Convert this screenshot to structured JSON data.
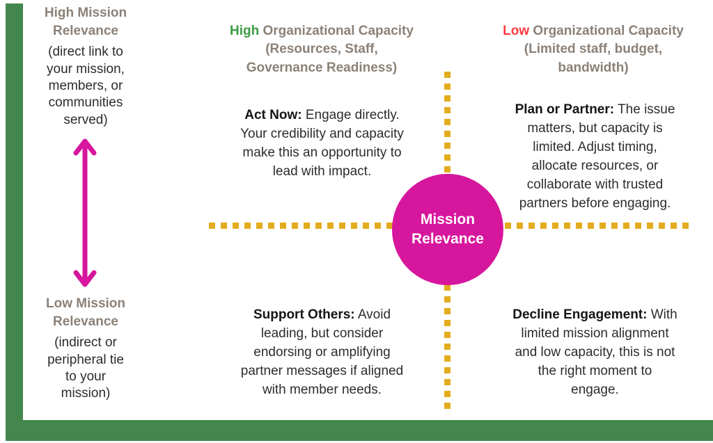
{
  "colors": {
    "frame_green": "#44874e",
    "dash_yellow": "#e3ac1e",
    "circle_magenta": "#d6169c",
    "arrow_magenta": "#d6169c",
    "heading_gray": "#8b8178",
    "high_green": "#3c9a42",
    "low_red": "#fc3a3e",
    "body_text": "#2e2b2b"
  },
  "left_axis": {
    "high_label": "High Mission\nRelevance",
    "high_sub": "(direct link to\nyour mission,\nmembers, or\ncommunities\nserved)",
    "low_label": "Low Mission\nRelevance",
    "low_sub": "(indirect or\nperipheral tie\nto your\nmission)"
  },
  "columns": {
    "high_capacity": {
      "prefix": "High",
      "rest": " Organizational Capacity\n(Resources, Staff,\nGovernance Readiness)"
    },
    "low_capacity": {
      "prefix": "Low",
      "rest": " Organizational Capacity\n(Limited staff, budget,\nbandwidth)"
    }
  },
  "quadrants": {
    "act_now": {
      "lead": "Act Now:",
      "body": " Engage directly.\nYour credibility and capacity\nmake this an opportunity to\nlead with impact."
    },
    "plan_partner": {
      "lead": "Plan or Partner:",
      "body": " The issue\nmatters, but capacity is\nlimited. Adjust timing,\nallocate resources, or\ncollaborate with trusted\npartners before engaging."
    },
    "support_others": {
      "lead": "Support Others:",
      "body": " Avoid\nleading, but consider\nendorsing or amplifying\npartner messages if aligned\nwith member needs."
    },
    "decline_engagement": {
      "lead": "Decline Engagement:",
      "body": " With\nlimited mission alignment\nand low capacity, this is not\nthe right moment to\nengage."
    }
  },
  "center": {
    "label": "Mission\nRelevance"
  }
}
